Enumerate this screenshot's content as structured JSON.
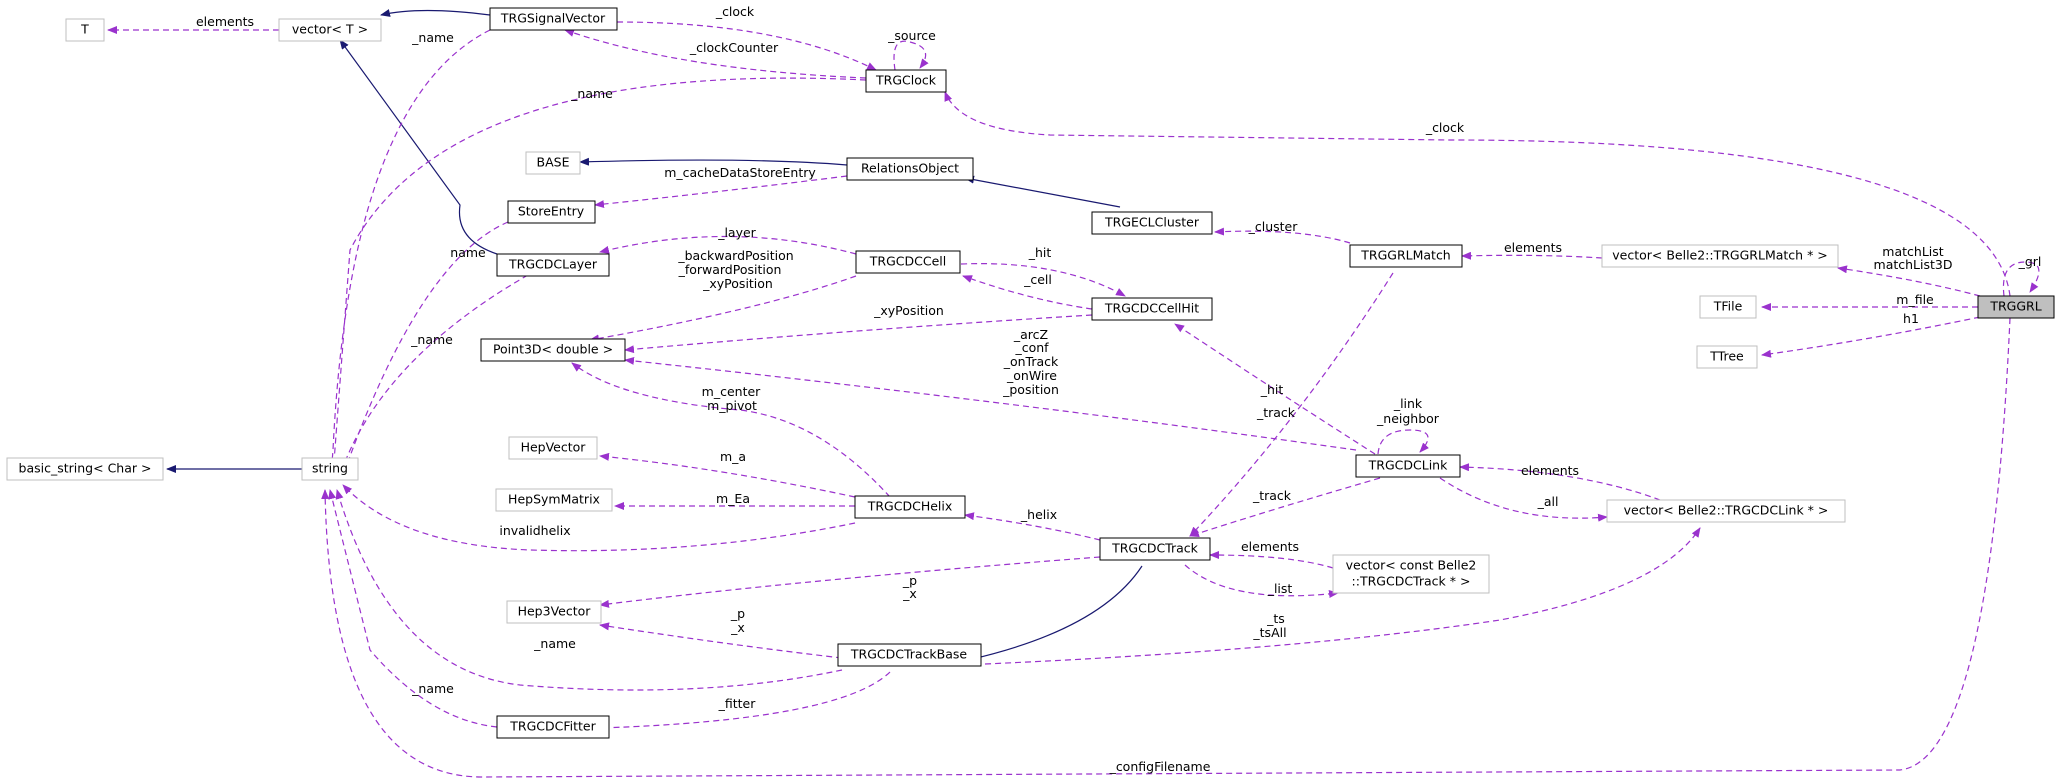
{
  "colors": {
    "usage_edge": "#9a32cd",
    "inheritance_edge": "#191970",
    "focus_fill": "#bfbfbf",
    "external_border": "#bfbfbf"
  },
  "nodes": {
    "T": "T",
    "vector_T": "vector< T >",
    "TRGSignalVector": "TRGSignalVector",
    "TRGClock": "TRGClock",
    "BASE": "BASE",
    "RelationsObject": "RelationsObject",
    "StoreEntry": "StoreEntry",
    "TRGECLCluster": "TRGECLCluster",
    "TRGCDCLayer": "TRGCDCLayer",
    "TRGCDCCell": "TRGCDCCell",
    "TRGGRLMatch": "TRGGRLMatch",
    "vector_GRLMatch": "vector< Belle2::TRGGRLMatch * >",
    "TRGCDCCellHit": "TRGCDCCellHit",
    "TFile": "TFile",
    "TRGGRL": "TRGGRL",
    "Point3D": "Point3D< double >",
    "TTree": "TTree",
    "basic_string": "basic_string< Char >",
    "string": "string",
    "HepVector": "HepVector",
    "HepSymMatrix": "HepSymMatrix",
    "TRGCDCHelix": "TRGCDCHelix",
    "TRGCDCLink": "TRGCDCLink",
    "vector_CDCLink": "vector< Belle2::TRGCDCLink * >",
    "TRGCDCTrack": "TRGCDCTrack",
    "vector_CDCTrack_1": "vector< const Belle2",
    "vector_CDCTrack_2": "::TRGCDCTrack * >",
    "Hep3Vector": "Hep3Vector",
    "TRGCDCTrackBase": "TRGCDCTrackBase",
    "TRGCDCFitter": "TRGCDCFitter"
  },
  "edge_labels": {
    "elements_T": "elements",
    "clock_sv": "_clock",
    "source": "_source",
    "clockCounter": "_clockCounter",
    "name_sv": "_name",
    "name_clock": "_name",
    "clock_grl": "_clock",
    "grl_self": "_grl",
    "cacheDataStoreEntry": "m_cacheDataStoreEntry",
    "layer": "_layer",
    "name_store": "name",
    "hit_cell": "_hit",
    "cell": "_cell",
    "cluster": "_cluster",
    "elements_match": "elements",
    "matchList": "matchList",
    "matchList3D": "matchList3D",
    "mfile": "m_file",
    "h1": "h1",
    "backwardPosition": "_backwardPosition",
    "forwardPosition": "_forwardPosition",
    "xyPosition_cell": "_xyPosition",
    "name_layer": "_name",
    "xyPosition_hit": "_xyPosition",
    "arcZ": "_arcZ",
    "conf": "_conf",
    "onTrack": "_onTrack",
    "onWire": "_onWire",
    "position": "_position",
    "hit_link": "_hit",
    "m_center": "m_center",
    "m_pivot": "m_pivot",
    "track_match": "_track",
    "link": "_link",
    "neighbor": "_neighbor",
    "m_a": "m_a",
    "m_Ea": "m_Ea",
    "elements_link": "elements",
    "track_link": "_track",
    "all": "_all",
    "invalidhelix": "invalidhelix",
    "helix": "_helix",
    "p_track": "_p",
    "x_track": "_x",
    "elements_track": "elements",
    "list": "_list",
    "p_base": "_p",
    "x_base": "_x",
    "ts": "_ts",
    "tsAll": "_tsAll",
    "name_base": "_name",
    "name_fitter": "_name",
    "fitter": "_fitter",
    "configFilename": "_configFilename"
  }
}
